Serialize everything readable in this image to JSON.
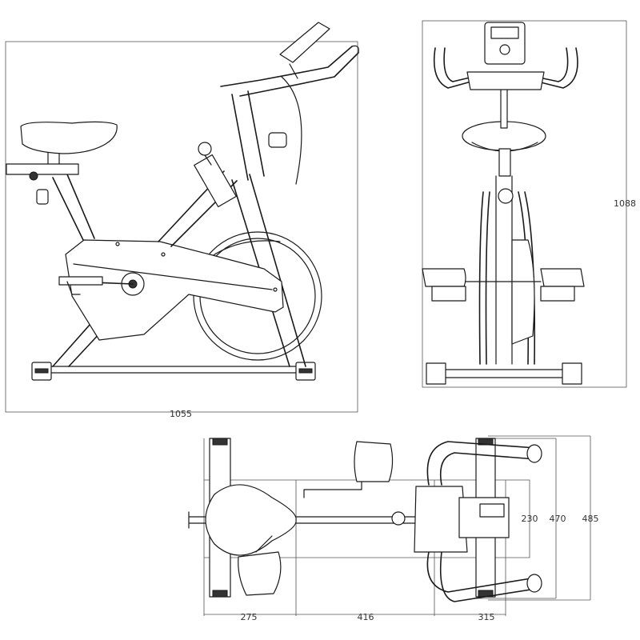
{
  "dimensions": {
    "side_length": "1055",
    "front_height": "1088",
    "top_width_1": "230",
    "top_width_2": "470",
    "top_width_3": "485",
    "top_seg_1": "275",
    "top_seg_2": "416",
    "top_seg_3": "315"
  }
}
